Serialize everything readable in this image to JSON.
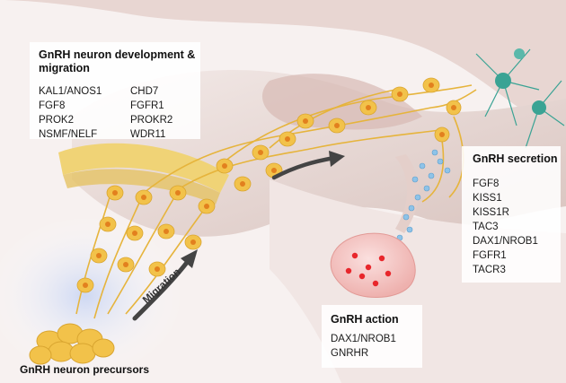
{
  "development": {
    "title": "GnRH neuron development & migration",
    "genes_col1": [
      "KAL1/ANOS1",
      "FGF8",
      "PROK2",
      "NSMF/NELF"
    ],
    "genes_col2": [
      "CHD7",
      "FGFR1",
      "PROKR2",
      "WDR11"
    ]
  },
  "secretion": {
    "title": "GnRH secretion",
    "genes": [
      "FGF8",
      "KISS1",
      "KISS1R",
      "TAC3",
      "DAX1/NROB1",
      "FGFR1",
      "TACR3"
    ]
  },
  "action": {
    "title": "GnRH action",
    "genes": [
      "DAX1/NROB1",
      "GNRHR"
    ]
  },
  "labels": {
    "precursors": "GnRH neuron precursors",
    "migration": "Migration"
  },
  "colors": {
    "neuron_fill": "#f2c24a",
    "neuron_nucleus": "#e2801e",
    "axon": "#e6b43c",
    "kisspeptin_neuron": "#3aa394",
    "gnrh_granule": "#8ec3e8",
    "pituitary": "#f6c9c7",
    "lh_fsh_dot": "#e8262b",
    "tissue": "#e9d9d5",
    "arrow": "#444444"
  }
}
